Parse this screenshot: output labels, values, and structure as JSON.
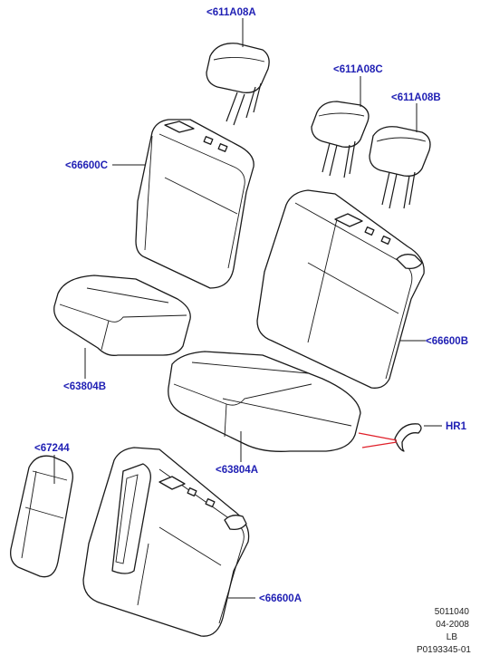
{
  "callouts": {
    "headrest_611A08A": "<611A08A",
    "headrest_611A08C": "<611A08C",
    "headrest_611A08B": "<611A08B",
    "backrest_66600C": "<66600C",
    "backrest_66600B": "<66600B",
    "cushion_63804B": "<63804B",
    "cushion_63804A": "<63804A",
    "clip_HR1": "HR1",
    "armrest_67244": "<67244",
    "backrest_66600A": "<66600A"
  },
  "footer": {
    "line1": "5011040",
    "line2": "04-2008",
    "line3": "LB",
    "line4": "P0193345-01"
  },
  "colors": {
    "callout_text": "#1f1fb4",
    "leader_highlight": "#e0202a",
    "outline": "#1a1a1a"
  }
}
